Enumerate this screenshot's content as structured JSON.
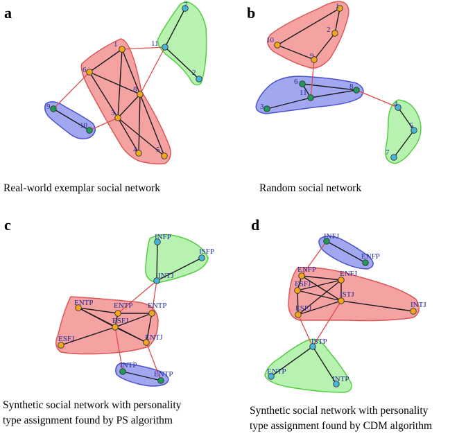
{
  "colors": {
    "green_fill": "#b7f2b0",
    "green_stroke": "#55cc44",
    "red_fill": "#f4a2a2",
    "red_stroke": "#dd5555",
    "blue_fill": "#a2a8f0",
    "blue_stroke": "#4a50cc",
    "node_orange": "#f3a81c",
    "node_blue": "#49b6dd",
    "node_green": "#1f9a5c",
    "edge_black": "#1a1a1a",
    "edge_red": "#e04a4a",
    "label": "#1f2a9a"
  },
  "panels": [
    {
      "letter": "a",
      "caption": [
        "Real-world exemplar social network"
      ],
      "nodes": [
        {
          "id": "1",
          "label": "1",
          "color": "orange"
        },
        {
          "id": "2",
          "label": "2",
          "color": "blue"
        },
        {
          "id": "3",
          "label": "3",
          "color": "orange"
        },
        {
          "id": "4",
          "label": "4",
          "color": "orange"
        },
        {
          "id": "5",
          "label": "5",
          "color": "orange"
        },
        {
          "id": "6",
          "label": "6",
          "color": "orange"
        },
        {
          "id": "7",
          "label": "7",
          "color": "blue"
        },
        {
          "id": "8",
          "label": "8",
          "color": "orange"
        },
        {
          "id": "9",
          "label": "9",
          "color": "green"
        },
        {
          "id": "10",
          "label": "10",
          "color": "green"
        },
        {
          "id": "11",
          "label": "11",
          "color": "blue"
        }
      ],
      "edges": [
        [
          "1",
          "6",
          "black"
        ],
        [
          "1",
          "3",
          "black"
        ],
        [
          "1",
          "8",
          "black"
        ],
        [
          "6",
          "8",
          "black"
        ],
        [
          "6",
          "3",
          "black"
        ],
        [
          "3",
          "8",
          "black"
        ],
        [
          "8",
          "4",
          "black"
        ],
        [
          "8",
          "5",
          "black"
        ],
        [
          "3",
          "4",
          "black"
        ],
        [
          "3",
          "5",
          "black"
        ],
        [
          "11",
          "7",
          "black"
        ],
        [
          "11",
          "2",
          "black"
        ],
        [
          "9",
          "10",
          "black"
        ],
        [
          "1",
          "11",
          "red"
        ],
        [
          "8",
          "11",
          "red"
        ],
        [
          "6",
          "9",
          "red"
        ],
        [
          "3",
          "10",
          "red"
        ]
      ]
    },
    {
      "letter": "b",
      "caption": [
        "Random social network"
      ],
      "nodes": [
        {
          "id": "1",
          "label": "1",
          "color": "orange"
        },
        {
          "id": "2",
          "label": "2",
          "color": "orange"
        },
        {
          "id": "9",
          "label": "9",
          "color": "orange"
        },
        {
          "id": "10",
          "label": "10",
          "color": "orange"
        },
        {
          "id": "6",
          "label": "6",
          "color": "green"
        },
        {
          "id": "11",
          "label": "11",
          "color": "green"
        },
        {
          "id": "8",
          "label": "8",
          "color": "green"
        },
        {
          "id": "3",
          "label": "3",
          "color": "green"
        },
        {
          "id": "4",
          "label": "4",
          "color": "blue"
        },
        {
          "id": "5",
          "label": "5",
          "color": "blue"
        },
        {
          "id": "7",
          "label": "7",
          "color": "blue"
        }
      ],
      "edges": [
        [
          "1",
          "2",
          "black"
        ],
        [
          "2",
          "9",
          "black"
        ],
        [
          "10",
          "9",
          "black"
        ],
        [
          "10",
          "1",
          "black"
        ],
        [
          "6",
          "11",
          "black"
        ],
        [
          "6",
          "8",
          "black"
        ],
        [
          "11",
          "8",
          "black"
        ],
        [
          "3",
          "11",
          "black"
        ],
        [
          "4",
          "5",
          "black"
        ],
        [
          "5",
          "7",
          "black"
        ],
        [
          "9",
          "11",
          "red"
        ],
        [
          "8",
          "4",
          "red"
        ]
      ]
    },
    {
      "letter": "c",
      "caption": [
        "Synthetic  social network with personality",
        "type assignment found by PS algorithm"
      ],
      "nodes": [
        {
          "id": "INFP",
          "label": "INFP",
          "color": "blue"
        },
        {
          "id": "ISFP",
          "label": "ISFP",
          "color": "blue"
        },
        {
          "id": "INTJ",
          "label": "INTJ",
          "color": "blue"
        },
        {
          "id": "ENTP1",
          "label": "ENTP",
          "color": "orange"
        },
        {
          "id": "ENTP2",
          "label": "ENTP",
          "color": "orange"
        },
        {
          "id": "ENTP3",
          "label": "ENTP",
          "color": "orange"
        },
        {
          "id": "ESFJ1",
          "label": "ESFJ",
          "color": "orange"
        },
        {
          "id": "ENTJ",
          "label": "ENTJ",
          "color": "orange"
        },
        {
          "id": "ESFJ2",
          "label": "ESFJ",
          "color": "orange"
        },
        {
          "id": "INTP",
          "label": "INTP",
          "color": "green"
        },
        {
          "id": "ENTP4",
          "label": "ENTP",
          "color": "green"
        }
      ],
      "edges": [
        [
          "INFP",
          "INTJ",
          "black"
        ],
        [
          "ISFP",
          "INTJ",
          "black"
        ],
        [
          "ENTP1",
          "ENTP2",
          "black"
        ],
        [
          "ENTP2",
          "ENTP3",
          "black"
        ],
        [
          "ENTP1",
          "ESFJ1",
          "black"
        ],
        [
          "ENTP2",
          "ESFJ1",
          "black"
        ],
        [
          "ENTP3",
          "ESFJ1",
          "black"
        ],
        [
          "ESFJ1",
          "ENTJ",
          "black"
        ],
        [
          "ESFJ1",
          "ESFJ2",
          "black"
        ],
        [
          "ENTP3",
          "ENTJ",
          "black"
        ],
        [
          "ENTP1",
          "ENTJ",
          "black"
        ],
        [
          "INTP",
          "ENTP4",
          "black"
        ],
        [
          "INTJ",
          "ENTP2",
          "red"
        ],
        [
          "INTJ",
          "ENTP3",
          "red"
        ],
        [
          "ESFJ1",
          "INTP",
          "red"
        ],
        [
          "ENTJ",
          "ENTP4",
          "red"
        ]
      ]
    },
    {
      "letter": "d",
      "caption": [
        "Synthetic  social network with personality",
        "type assignment found by CDM algorithm"
      ],
      "nodes": [
        {
          "id": "INFJ",
          "label": "INFJ",
          "color": "green"
        },
        {
          "id": "ENFP1",
          "label": "ENFP",
          "color": "green"
        },
        {
          "id": "ENFP2",
          "label": "ENFP",
          "color": "orange"
        },
        {
          "id": "ENFJ",
          "label": "ENFJ",
          "color": "orange"
        },
        {
          "id": "ESFJ1",
          "label": "ESFJ",
          "color": "orange"
        },
        {
          "id": "ISTJ",
          "label": "ISTJ",
          "color": "orange"
        },
        {
          "id": "ESFJ2",
          "label": "ESFJ",
          "color": "orange"
        },
        {
          "id": "INTJ",
          "label": "INTJ",
          "color": "orange"
        },
        {
          "id": "ISTP",
          "label": "ISTP",
          "color": "blue"
        },
        {
          "id": "ENTP",
          "label": "ENTP",
          "color": "blue"
        },
        {
          "id": "INTP",
          "label": "INTP",
          "color": "blue"
        }
      ],
      "edges": [
        [
          "INFJ",
          "ENFP1",
          "black"
        ],
        [
          "ENFP2",
          "ENFJ",
          "black"
        ],
        [
          "ENFP2",
          "ESFJ1",
          "black"
        ],
        [
          "ENFP2",
          "ISTJ",
          "black"
        ],
        [
          "ENFJ",
          "ISTJ",
          "black"
        ],
        [
          "ENFJ",
          "ESFJ1",
          "black"
        ],
        [
          "ESFJ1",
          "ISTJ",
          "black"
        ],
        [
          "ESFJ1",
          "ESFJ2",
          "black"
        ],
        [
          "ISTJ",
          "ESFJ2",
          "black"
        ],
        [
          "ISTJ",
          "INTJ",
          "black"
        ],
        [
          "ENFJ",
          "ESFJ2",
          "black"
        ],
        [
          "ISTP",
          "ENTP",
          "black"
        ],
        [
          "ISTP",
          "INTP",
          "black"
        ],
        [
          "INFJ",
          "ENFP2",
          "red"
        ],
        [
          "ESFJ2",
          "ISTP",
          "red"
        ],
        [
          "ISTJ",
          "ISTP",
          "red"
        ]
      ]
    }
  ]
}
